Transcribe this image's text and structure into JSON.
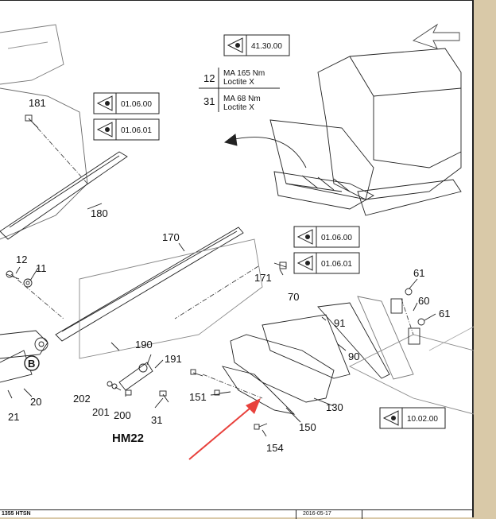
{
  "model": "HM22",
  "parts": {
    "p181": "181",
    "p180": "180",
    "p170": "170",
    "p171": "171",
    "p12": "12",
    "p11": "11",
    "p190": "190",
    "p191": "191",
    "p202": "202",
    "p201": "201",
    "p200": "200",
    "p31": "31",
    "p20": "20",
    "p21": "21",
    "p151": "151",
    "p154": "154",
    "p150": "150",
    "p130": "130",
    "p70": "70",
    "p91": "91",
    "p90": "90",
    "p60": "60",
    "p61a": "61",
    "p61b": "61",
    "circleB": "B"
  },
  "refs": {
    "r1": "41.30.00",
    "r2": "01.06.00",
    "r3": "01.06.01",
    "r4": "01.06.00",
    "r5": "01.06.01",
    "r6": "10.02.00"
  },
  "torque": {
    "row1_num": "12",
    "row1_ma": "MA 165 Nm",
    "row1_loc": "Loctite X",
    "row2_num": "31",
    "row2_ma": "MA 68 Nm",
    "row2_loc": "Loctite X"
  },
  "footer": {
    "left": "1355 HTSN",
    "box": "2016-05-17"
  },
  "colors": {
    "arrow": "#e8413c",
    "line": "#222222",
    "page": "#ffffff",
    "strip": "#d9c9a8"
  }
}
